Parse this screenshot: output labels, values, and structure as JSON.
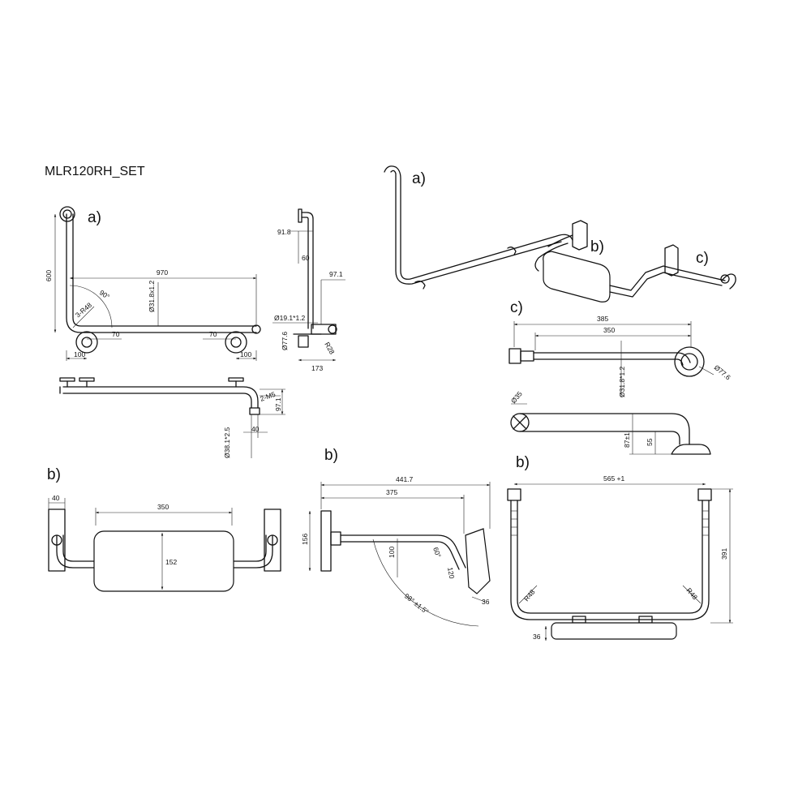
{
  "title": "MLR120RH_SET",
  "parts": {
    "a": "a)",
    "b": "b)",
    "c": "c)"
  },
  "dims": {
    "a_height": "600",
    "a_length": "970",
    "a_angle": "90°",
    "a_radius": "3-R48",
    "a_tube": "Ø31.8x1.2",
    "a_offset_left": "70",
    "a_offset_right": "70",
    "a_flange_left": "100",
    "a_flange_right": "100",
    "a_side_top": "91.8",
    "a_side_mid": "60",
    "a_side_depth": "97.1",
    "a_side_small_tube": "Ø19.1*1.2",
    "a_side_flange": "Ø77.6",
    "a_side_radius": "R28",
    "a_side_total": "173",
    "a_bottom_screws": "2-M5",
    "a_bottom_depth": "97.1",
    "a_bottom_tube": "Ø38.1*2.5",
    "a_bottom_40": "40",
    "b_front_flange": "40",
    "b_front_width": "350",
    "b_front_height": "152",
    "b_side_total": "441.7",
    "b_side_len": "375",
    "b_side_plate": "156",
    "b_side_100": "100",
    "b_side_120": "120",
    "b_side_angle_small": "60°",
    "b_side_angle": "98° ±1.5°",
    "b_side_36": "36",
    "b_top_width": "565 +1",
    "b_top_depth": "391",
    "b_top_r_left": "R48",
    "b_top_r_right": "R48",
    "b_top_36": "36",
    "c_total": "385",
    "c_len": "350",
    "c_tube": "Ø31.8*1.2",
    "c_flange": "Ø77.6",
    "c_end": "Ø35",
    "c_rise": "87±1",
    "c_rise_inner": "55"
  }
}
